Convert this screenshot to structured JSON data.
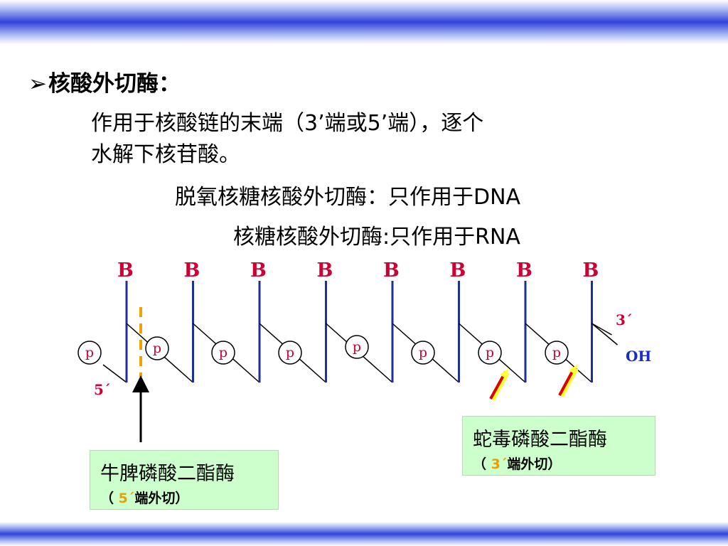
{
  "heading": {
    "bullet": "➢",
    "text": "核酸外切酶："
  },
  "description": {
    "line1": "作用于核酸链的末端（3’端或5’端），逐个",
    "line2": "水解下核苷酸。"
  },
  "types": {
    "dnase": "脱氧核糖核酸外切酶：只作用于DNA",
    "rnase": "核糖核酸外切酶:只作用于RNA"
  },
  "diagram": {
    "base_label": "B",
    "phosphate_label": "p",
    "five_end": "5´",
    "three_end": "3´",
    "hydroxyl": "OH",
    "nucleotide_count": 8
  },
  "enzymes": {
    "spleen": {
      "name": "牛脾磷酸二酯酶",
      "open": "（ ",
      "num": "5´",
      "rest": "端外切）"
    },
    "venom": {
      "name": "蛇毒磷酸二酯酶",
      "open": "（ ",
      "num": "3´",
      "rest": "端外切）"
    }
  },
  "colors": {
    "band": "#2f43d8",
    "backbone": "#1f2f9a",
    "label_red": "#cc0033",
    "oh_blue": "#1a2acc",
    "box_bg": "#ccffcc",
    "cut_marker": "#f0a000",
    "arrow_red": "#e00000",
    "arrow_yellow": "#ffff33"
  }
}
